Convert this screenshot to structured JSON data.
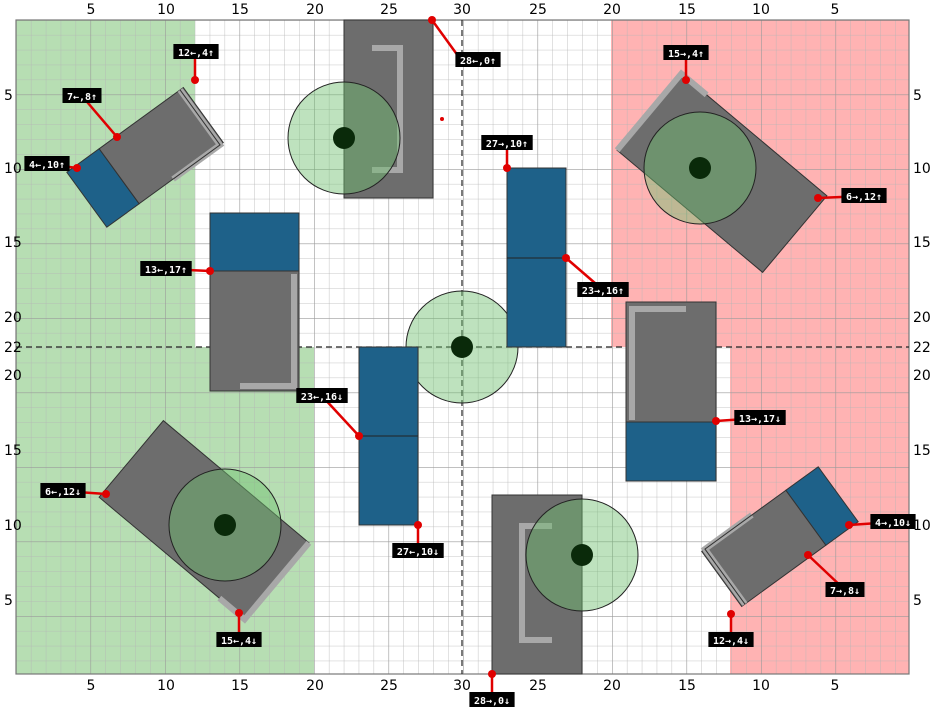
{
  "axis_labels": {
    "top": [
      "5",
      "10",
      "15",
      "20",
      "25",
      "30",
      "25",
      "20",
      "15",
      "10",
      "5"
    ],
    "bottom": [
      "5",
      "10",
      "15",
      "20",
      "25",
      "30",
      "25",
      "20",
      "15",
      "10",
      "5"
    ],
    "left": [
      "5",
      "10",
      "15",
      "20",
      "22",
      "20",
      "15",
      "10",
      "5"
    ],
    "right": [
      "5",
      "10",
      "15",
      "20",
      "22",
      "20",
      "15",
      "10",
      "5"
    ]
  },
  "zones": [
    {
      "name": "green-zone-top-left",
      "color": "#9fd39a"
    },
    {
      "name": "green-zone-bottom-left",
      "color": "#9fd39a"
    },
    {
      "name": "red-zone-top-right",
      "color": "#ff9a9a"
    },
    {
      "name": "red-zone-bottom-right",
      "color": "#ff9a9a"
    }
  ],
  "colors": {
    "robot_body": "#6d6d6d",
    "robot_front": "#1e6189",
    "bracket": "#a8a8a8",
    "range_circle": "rgba(110,190,110,0.45)",
    "marker": "#e00000",
    "label_bg": "#000000"
  },
  "callouts": [
    "12←,4↑",
    "7←,8↑",
    "4←,10↑",
    "13←,17↑",
    "23←,16↓",
    "6←,12↓",
    "27←,10↓",
    "15←,4↓",
    "28←,0↑",
    "27→,10↑",
    "23→,16↑",
    "28→,0↓",
    "15→,4↑",
    "6→,12↑",
    "13→,17↓",
    "4→,10↓",
    "7→,8↓",
    "12→,4↓"
  ]
}
